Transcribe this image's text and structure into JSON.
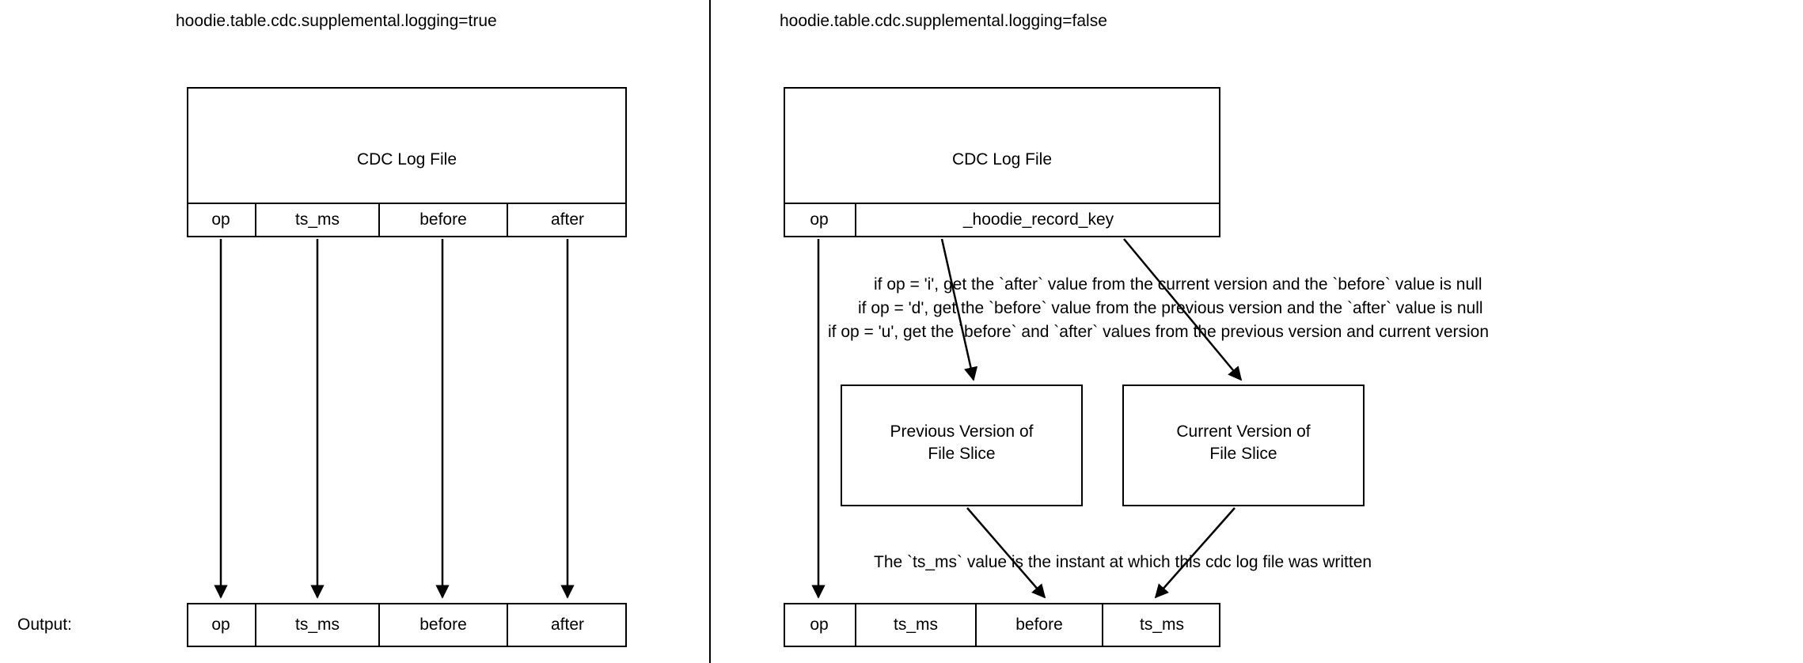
{
  "diagram": {
    "left_panel": {
      "title": "hoodie.table.cdc.supplemental.logging=true",
      "log_file_box": {
        "label": "CDC Log File",
        "columns": [
          "op",
          "ts_ms",
          "before",
          "after"
        ]
      },
      "output_row": {
        "label": "Output:",
        "columns": [
          "op",
          "ts_ms",
          "before",
          "after"
        ]
      }
    },
    "right_panel": {
      "title": "hoodie.table.cdc.supplemental.logging=false",
      "log_file_box": {
        "label": "CDC Log File",
        "columns": [
          "op",
          "_hoodie_record_key"
        ]
      },
      "rules": [
        "if op = 'i', get the `after` value from the current version and the `before` value is null",
        "if op = 'd', get the `before` value from the previous version  and the `after` value is null",
        "if op = 'u', get the `before` and `after` values from the previous version and current version"
      ],
      "version_boxes": [
        "Previous Version of\nFile Slice",
        "Current Version of\nFile Slice"
      ],
      "ts_note": "The `ts_ms` value is the instant at which this cdc log file was written",
      "output_row": {
        "columns": [
          "op",
          "ts_ms",
          "before",
          "ts_ms"
        ]
      }
    },
    "colors": {
      "stroke": "#000000",
      "background": "#ffffff",
      "text": "#000000"
    }
  }
}
